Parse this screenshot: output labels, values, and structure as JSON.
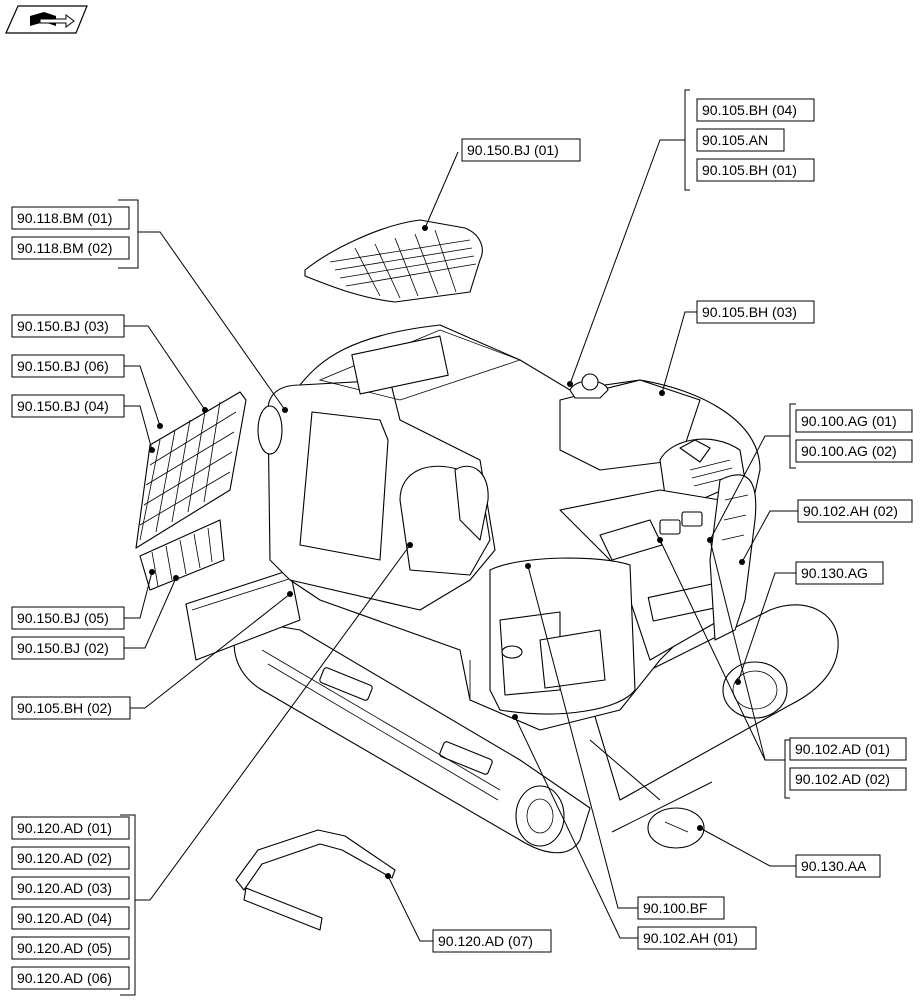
{
  "corner_icon": "book-with-arrow-icon",
  "callouts": [
    {
      "id": "c-90-150-bj-01",
      "text": "90.150.BJ (01)"
    },
    {
      "id": "c-90-105-bh-04",
      "text": "90.105.BH (04)"
    },
    {
      "id": "c-90-105-an",
      "text": "90.105.AN"
    },
    {
      "id": "c-90-105-bh-01",
      "text": "90.105.BH (01)"
    },
    {
      "id": "c-90-118-bm-01",
      "text": "90.118.BM (01)"
    },
    {
      "id": "c-90-118-bm-02",
      "text": "90.118.BM (02)"
    },
    {
      "id": "c-90-105-bh-03",
      "text": "90.105.BH (03)"
    },
    {
      "id": "c-90-150-bj-03",
      "text": "90.150.BJ (03)"
    },
    {
      "id": "c-90-150-bj-06",
      "text": "90.150.BJ (06)"
    },
    {
      "id": "c-90-150-bj-04",
      "text": "90.150.BJ (04)"
    },
    {
      "id": "c-90-100-ag-01",
      "text": "90.100.AG (01)"
    },
    {
      "id": "c-90-100-ag-02",
      "text": "90.100.AG (02)"
    },
    {
      "id": "c-90-102-ah-02",
      "text": "90.102.AH (02)"
    },
    {
      "id": "c-90-130-ag",
      "text": "90.130.AG"
    },
    {
      "id": "c-90-150-bj-05",
      "text": "90.150.BJ (05)"
    },
    {
      "id": "c-90-150-bj-02",
      "text": "90.150.BJ (02)"
    },
    {
      "id": "c-90-105-bh-02",
      "text": "90.105.BH (02)"
    },
    {
      "id": "c-90-102-ad-01",
      "text": "90.102.AD (01)"
    },
    {
      "id": "c-90-102-ad-02",
      "text": "90.102.AD (02)"
    },
    {
      "id": "c-90-120-ad-01",
      "text": "90.120.AD (01)"
    },
    {
      "id": "c-90-120-ad-02",
      "text": "90.120.AD (02)"
    },
    {
      "id": "c-90-130-aa",
      "text": "90.130.AA"
    },
    {
      "id": "c-90-120-ad-03",
      "text": "90.120.AD (03)"
    },
    {
      "id": "c-90-120-ad-04",
      "text": "90.120.AD (04)"
    },
    {
      "id": "c-90-100-bf",
      "text": "90.100.BF"
    },
    {
      "id": "c-90-120-ad-05",
      "text": "90.120.AD (05)"
    },
    {
      "id": "c-90-102-ah-01",
      "text": "90.102.AH (01)"
    },
    {
      "id": "c-90-120-ad-07",
      "text": "90.120.AD (07)"
    },
    {
      "id": "c-90-120-ad-06",
      "text": "90.120.AD (06)"
    }
  ]
}
